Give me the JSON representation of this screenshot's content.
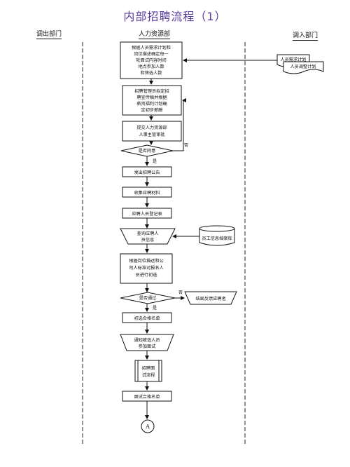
{
  "title": "内部招聘流程（1）",
  "columns": {
    "out": "调出部门",
    "hr": "人力资源部",
    "in": "调入部门"
  },
  "boxes": {
    "plan": [
      "根据人员需求计划和",
      "岗位描述确定每一",
      "轮面试内容时间",
      "地点参加人数",
      "和筛选人数"
    ],
    "notice": [
      "招聘管理员拟定招",
      "聘宣传稿并根据",
      "薪资福利计划确",
      "定初步薪酬"
    ],
    "submit": [
      "提交人力资源部",
      "人事主管审批"
    ],
    "approve": "是否同意",
    "publish": "发出招聘公告",
    "collect": "收集应聘材料",
    "register": "应聘人员登记表",
    "query": [
      "查询应聘人",
      "员信息"
    ],
    "screen": [
      "根据岗位描述和公",
      "司人标准对报名人",
      "员进行初选"
    ],
    "pass": "是否通过",
    "feedback": "结果反馈应聘者",
    "shortlist": "初选合格名单",
    "notify": [
      "通知被选人员",
      "参加面试"
    ],
    "interview": [
      "招聘面",
      "试流程"
    ],
    "qualified": "面试合格名单",
    "connector": "A"
  },
  "docs": {
    "demand": "人员需求计划",
    "adjust": "人员调整计划"
  },
  "db": "员工信息档案库",
  "labels": {
    "yes": "是",
    "no": "否"
  }
}
